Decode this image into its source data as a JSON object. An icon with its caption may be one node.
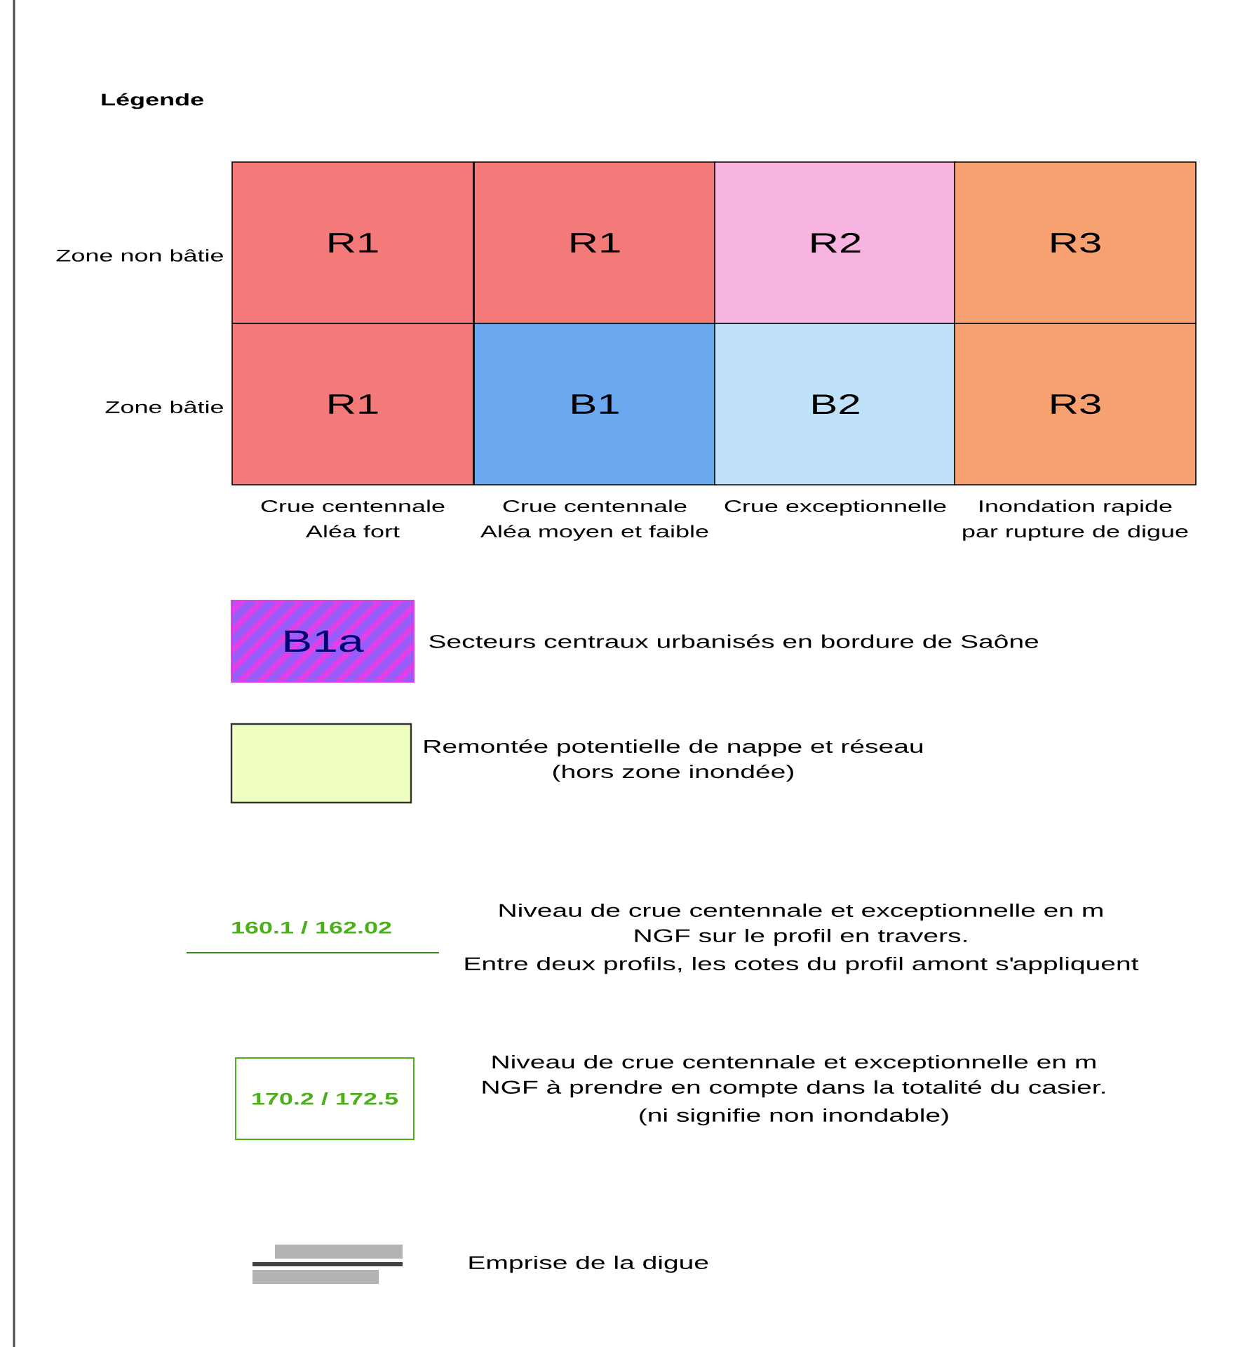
{
  "diagram": {
    "title": "Légende",
    "nodes": [
      {
        "text": [
          "R1"
        ]
      },
      {
        "text": [
          "R1"
        ]
      },
      {
        "text": [
          "R2"
        ]
      },
      {
        "text": [
          "R3"
        ]
      },
      {
        "text": [
          "R1"
        ]
      },
      {
        "text": [
          "B1"
        ]
      },
      {
        "text": [
          "B2"
        ]
      },
      {
        "text": [
          "R3"
        ]
      },
      {
        "text": [
          "B1a"
        ],
        "beside": [
          "Secteurs centraux urbanisés en bordure de Saône"
        ]
      },
      {
        "text": [],
        "shape": "box",
        "beside": [
          "Remontée potentielle de nappe et réseau (hors zone inondée)"
        ]
      },
      {
        "text": [
          "160.1 / 162.02"
        ],
        "beside": [
          "Niveau de crue centennale et exceptionnelle en m NGF sur le profil en travers.",
          "Entre deux profils, les cotes du profil amont s'appliquent"
        ]
      },
      {
        "text": [
          "170.2 / 172.5"
        ],
        "beside": [
          "Niveau de crue centennale et exceptionnelle en m NGF à prendre en compte dans la totalité du casier.",
          "(ni signifie non inondable)"
        ]
      }
    ],
    "labels": [
      "Zone non bâtie",
      "Zone bâtie",
      "Crue centennale Aléa fort",
      "Crue centennale Aléa moyen et faible",
      "Crue exceptionnelle",
      "Inondation rapide par rupture de digue"
    ],
    "legend": [
      {
        "text": "Emprise de la digue"
      }
    ]
  }
}
